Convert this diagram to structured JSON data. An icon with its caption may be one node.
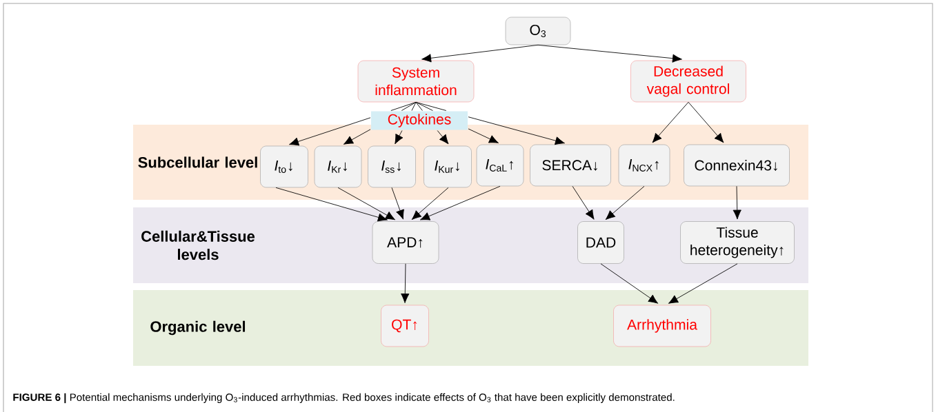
{
  "diagram": {
    "caption": "**FIGURE 6 |** Potential mechanisms underlying O$_{3}$-induced arrhythmias. Red boxes indicate effects of O$_{3}$ that have been explicitly demonstrated.",
    "nodes": [
      {
        "text": [
          "O$_{3}$"
        ]
      },
      {
        "text": [
          "System inflammation"
        ]
      },
      {
        "text": [
          "Decreased vagal control"
        ]
      },
      {
        "text": [
          "Cytokines"
        ]
      },
      {
        "text": [
          "Subcellular level"
        ]
      },
      {
        "text": [
          "*I*$_{to}$↓"
        ],
        "in": 4
      },
      {
        "text": [
          "*I*$_{Kr}$↓"
        ],
        "in": 4
      },
      {
        "text": [
          "*I*$_{ss}$↓"
        ],
        "in": 4
      },
      {
        "text": [
          "*I*$_{Kur}$↓"
        ],
        "in": 4
      },
      {
        "text": [
          "*I*$_{CaL}$↑"
        ],
        "in": 4
      },
      {
        "text": [
          "SERCA↓"
        ],
        "in": 4
      },
      {
        "text": [
          "*I*$_{NCX}$↑"
        ],
        "in": 4
      },
      {
        "text": [
          "Connexin43↓"
        ],
        "in": 4
      },
      {
        "text": [
          "Cellular&Tissue levels"
        ]
      },
      {
        "text": [
          "APD↑"
        ],
        "in": 13
      },
      {
        "text": [
          "DAD"
        ],
        "in": 13
      },
      {
        "text": [
          "Tissue heterogeneity↑"
        ],
        "in": 13
      },
      {
        "text": [
          "Organic level"
        ]
      },
      {
        "text": [
          "QT↑"
        ],
        "in": 17
      },
      {
        "text": [
          "Arrhythmia"
        ],
        "in": 17
      }
    ],
    "edges": [
      {
        "from": 0,
        "to": 1,
        "arrow": "to"
      },
      {
        "from": 0,
        "to": 2,
        "arrow": "to"
      },
      {
        "from": 1,
        "to": 3,
        "arrow": "none"
      },
      {
        "from": 1,
        "to": 3,
        "arrow": "none"
      },
      {
        "from": 1,
        "to": 3,
        "arrow": "none"
      },
      {
        "from": 1,
        "to": 3,
        "arrow": "none"
      },
      {
        "from": 1,
        "to": 3,
        "arrow": "none"
      },
      {
        "from": 1,
        "to": 3,
        "arrow": "none"
      },
      {
        "from": 3,
        "to": 5,
        "arrow": "to"
      },
      {
        "from": 3,
        "to": 6,
        "arrow": "to"
      },
      {
        "from": 3,
        "to": 7,
        "arrow": "to"
      },
      {
        "from": 3,
        "to": 8,
        "arrow": "to"
      },
      {
        "from": 3,
        "to": 9,
        "arrow": "to"
      },
      {
        "from": 3,
        "to": 10,
        "arrow": "to"
      },
      {
        "from": 2,
        "to": 11,
        "arrow": "to"
      },
      {
        "from": 2,
        "to": 12,
        "arrow": "to"
      },
      {
        "from": 5,
        "to": 14,
        "arrow": "to"
      },
      {
        "from": 6,
        "to": 14,
        "arrow": "to"
      },
      {
        "from": 7,
        "to": 14,
        "arrow": "to"
      },
      {
        "from": 8,
        "to": 14,
        "arrow": "to"
      },
      {
        "from": 9,
        "to": 14,
        "arrow": "to"
      },
      {
        "from": 10,
        "to": 15,
        "arrow": "to"
      },
      {
        "from": 11,
        "to": 15,
        "arrow": "to"
      },
      {
        "from": 12,
        "to": 16,
        "arrow": "to"
      },
      {
        "from": 14,
        "to": 18,
        "arrow": "to"
      },
      {
        "from": 15,
        "to": 19,
        "arrow": "to"
      },
      {
        "from": 16,
        "to": 19,
        "arrow": "to"
      }
    ]
  }
}
